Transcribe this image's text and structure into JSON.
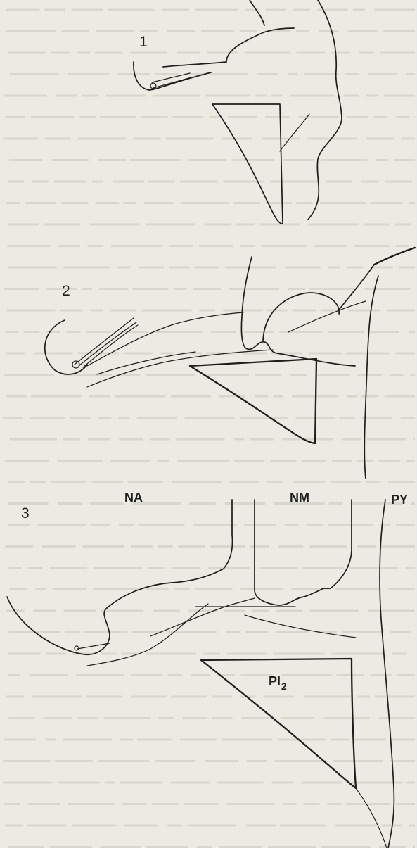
{
  "figures": [
    {
      "number": "1"
    },
    {
      "number": "2"
    },
    {
      "number": "3"
    }
  ],
  "structure_labels": {
    "na": "NA",
    "nm": "NM",
    "py": "PY",
    "pl_main": "Pl",
    "pl_sub": "2"
  },
  "colors": {
    "paper": "#ecebe3",
    "ink": "#1e1e1e",
    "bleed_through_text": "#c9c7bb"
  }
}
